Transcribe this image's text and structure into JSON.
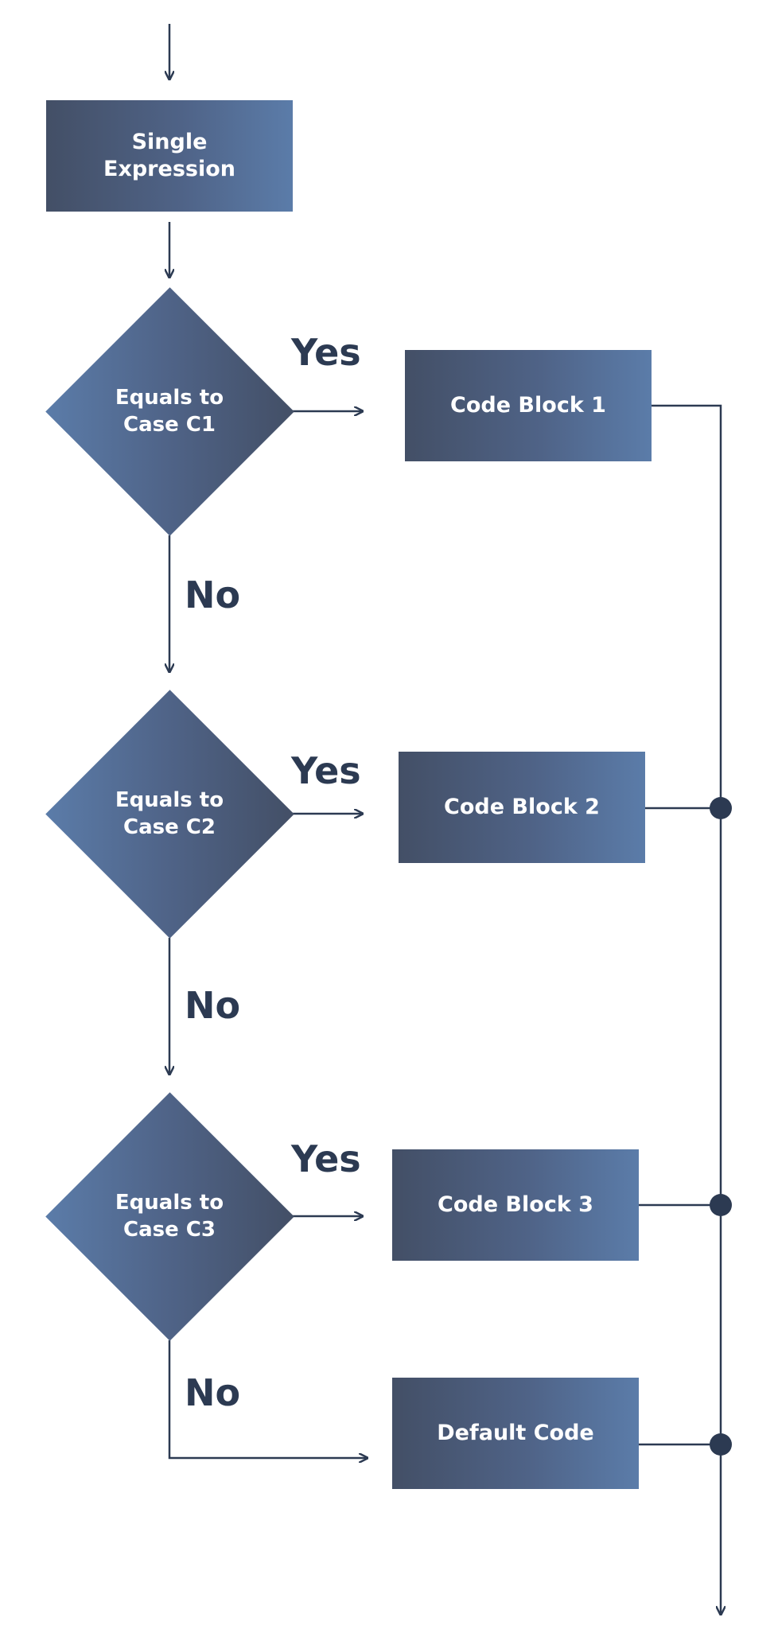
{
  "nodes": {
    "start": {
      "label_line1": "Single",
      "label_line2": "Expression"
    },
    "decision1": {
      "label_line1": "Equals to",
      "label_line2": "Case C1"
    },
    "decision2": {
      "label_line1": "Equals to",
      "label_line2": "Case C2"
    },
    "decision3": {
      "label_line1": "Equals to",
      "label_line2": "Case C3"
    },
    "block1": {
      "label": "Code Block 1"
    },
    "block2": {
      "label": "Code Block 2"
    },
    "block3": {
      "label": "Code Block 3"
    },
    "default": {
      "label": "Default Code"
    }
  },
  "edge_labels": {
    "yes1": "Yes",
    "no1": "No",
    "yes2": "Yes",
    "no2": "No",
    "yes3": "Yes",
    "no3": "No"
  },
  "colors": {
    "line": "#2c3a52",
    "node_dark": "#434f66",
    "node_light": "#5b7ca9",
    "text_on_node": "#ffffff",
    "label_text": "#2c3a52"
  }
}
